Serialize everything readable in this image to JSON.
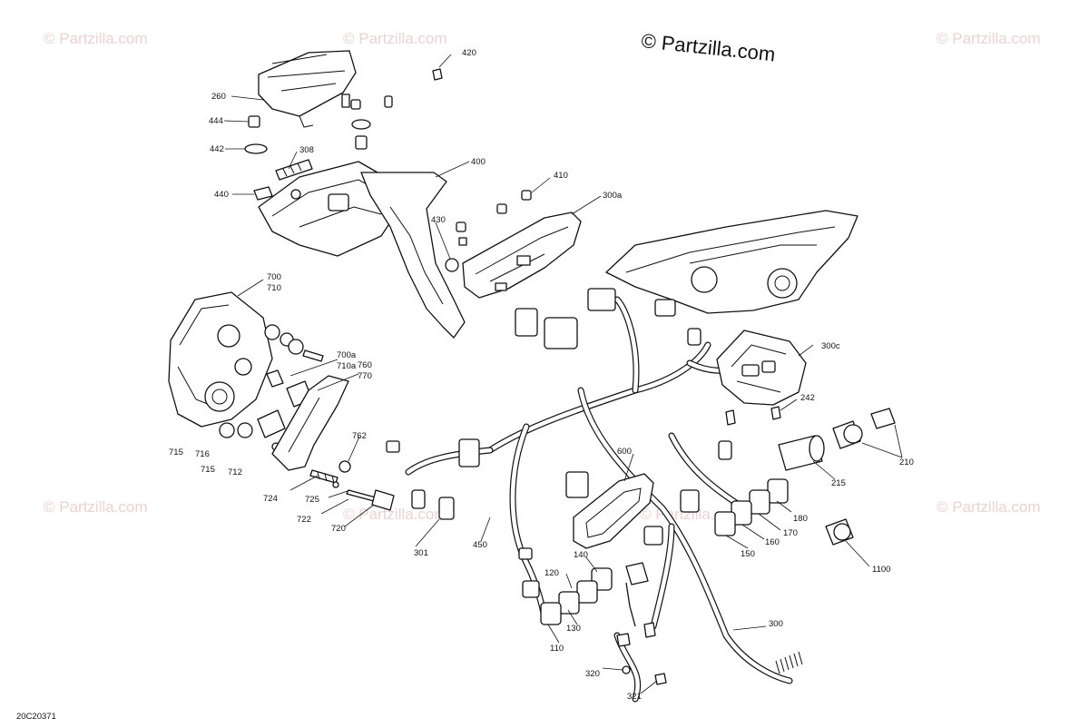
{
  "copyright": "© Partzilla.com",
  "watermark": "© Partzilla.com",
  "diagram_code": "20C20371",
  "labels": {
    "l420": "420",
    "l260": "260",
    "l444": "444",
    "l442": "442",
    "l308": "308",
    "l440": "440",
    "l400": "400",
    "l410": "410",
    "l430": "430",
    "l300a": "300a",
    "l700": "700",
    "l710": "710",
    "l700a": "700a",
    "l710a": "710a",
    "l760": "760",
    "l770": "770",
    "l300c": "300c",
    "l242": "242",
    "l210": "210",
    "l215": "215",
    "l715a": "715",
    "l716": "716",
    "l715b": "715",
    "l712": "712",
    "l762": "762",
    "l724": "724",
    "l725": "725",
    "l722": "722",
    "l720": "720",
    "l301": "301",
    "l450": "450",
    "l600": "600",
    "l180": "180",
    "l170": "170",
    "l160": "160",
    "l150": "150",
    "l1100": "1100",
    "l140": "140",
    "l120": "120",
    "l130": "130",
    "l110": "110",
    "l300": "300",
    "l320": "320",
    "l321": "321"
  }
}
